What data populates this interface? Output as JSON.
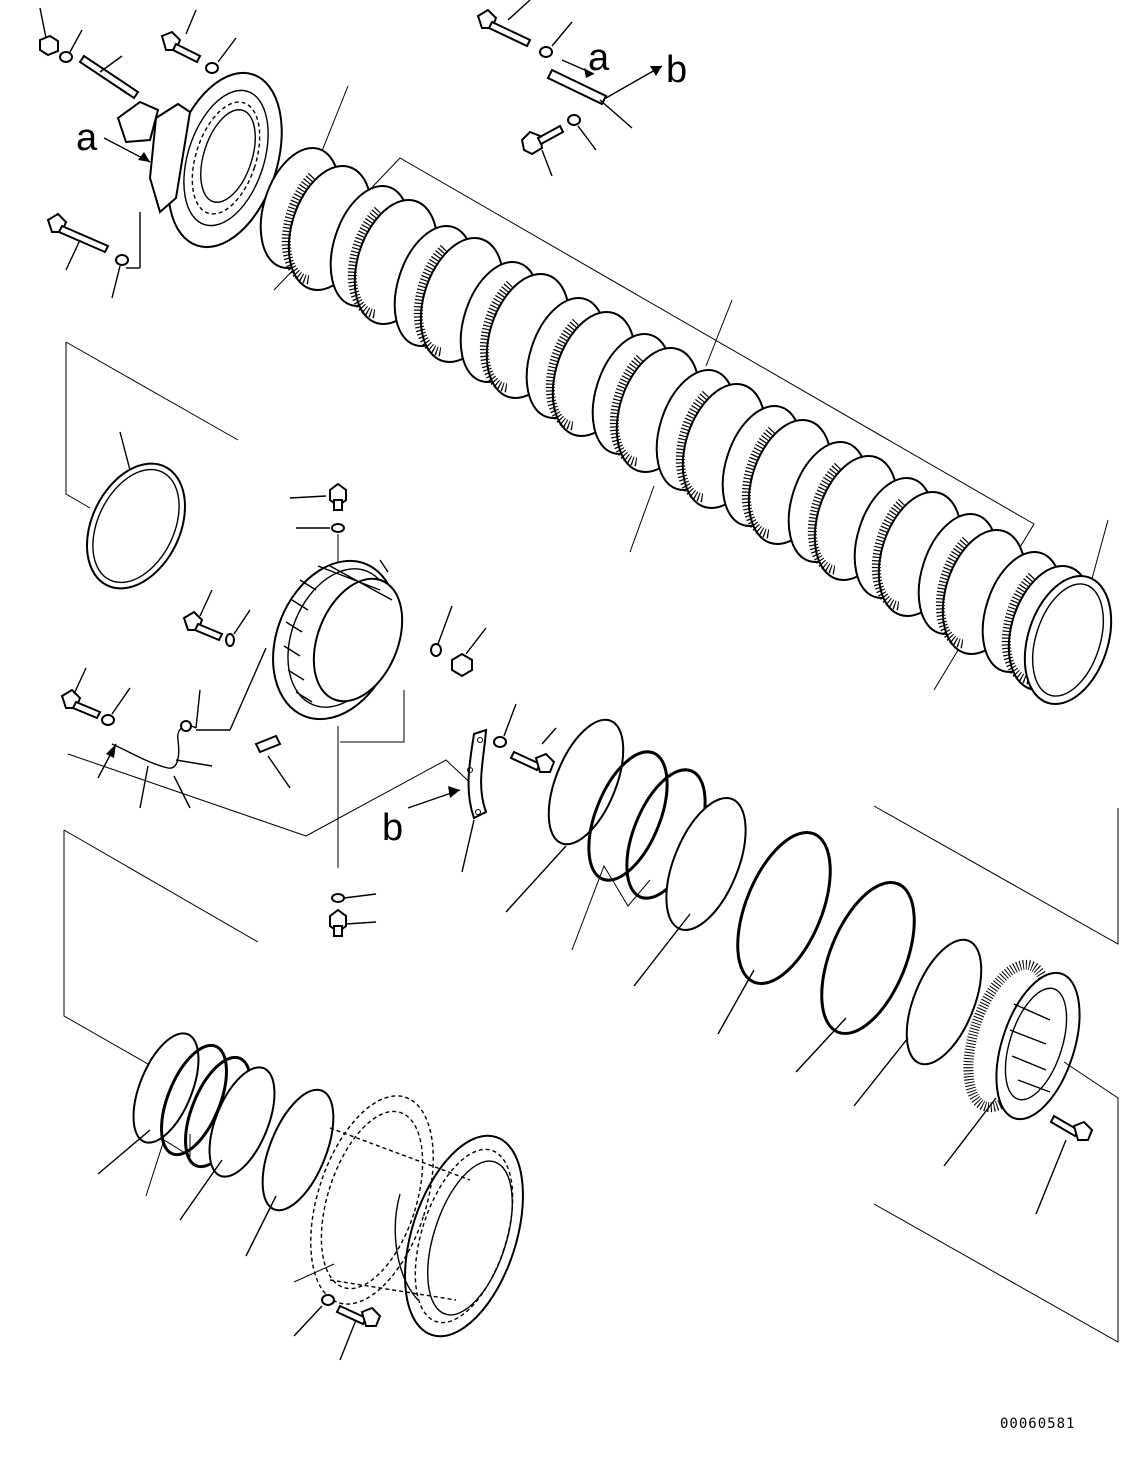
{
  "callouts": {
    "a_left": "a",
    "a_top": "a",
    "b_top": "b",
    "b_mid": "b"
  },
  "drawing_number": "00060581"
}
